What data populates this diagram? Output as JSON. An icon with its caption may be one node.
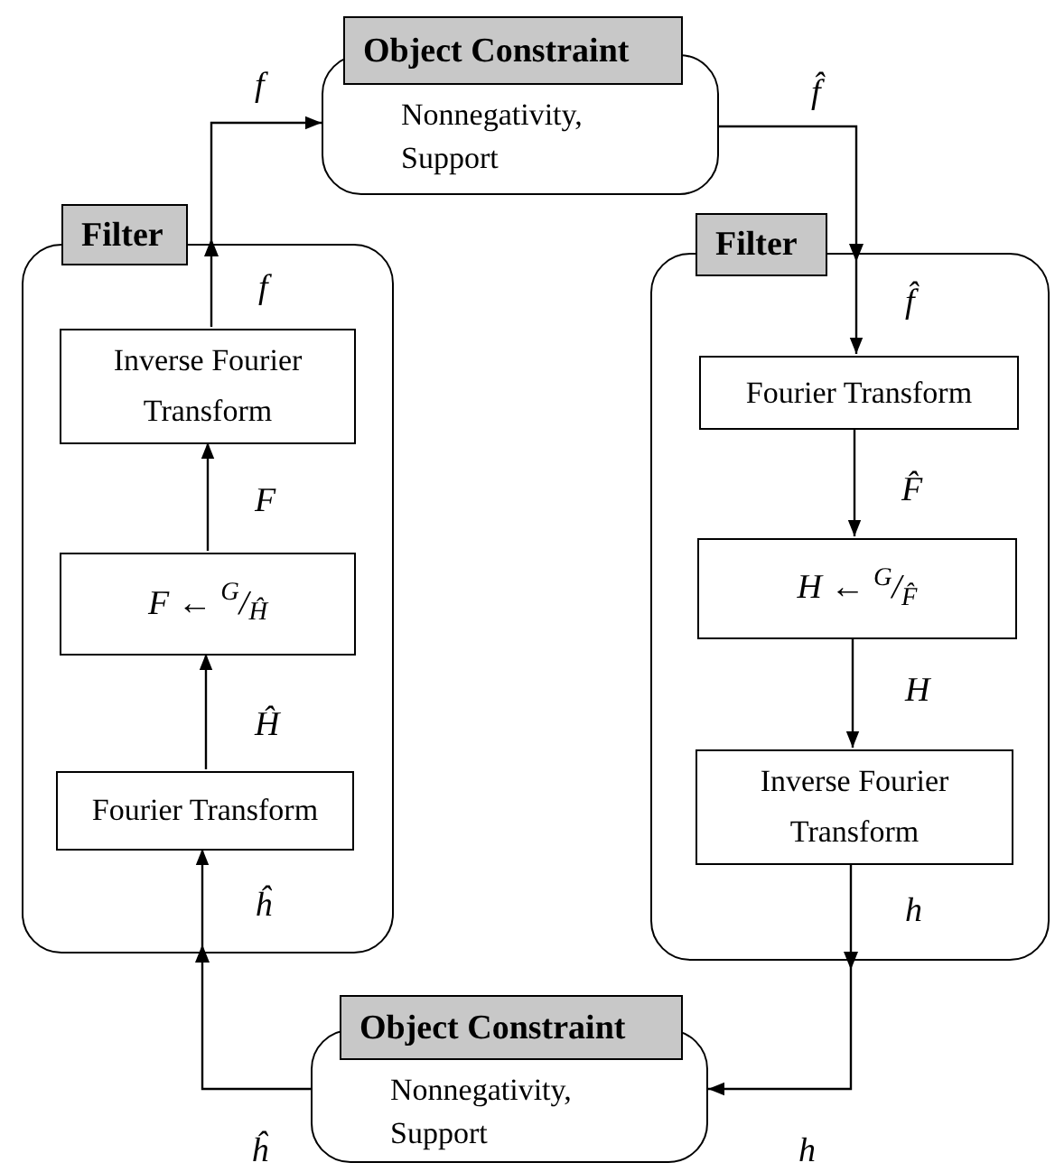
{
  "diagram": {
    "nodes": [
      {
        "text": [
          "Object Constraint",
          "Nonnegativity, Support"
        ]
      },
      {
        "text": [
          "Filter"
        ]
      },
      {
        "text": [
          "Inverse Fourier Transform"
        ],
        "in": 1
      },
      {
        "text": [
          "F ← $^{G}$/$_{Ĥ}$"
        ],
        "in": 1
      },
      {
        "text": [
          "Fourier Transform"
        ],
        "in": 1
      },
      {
        "text": [
          "Filter"
        ]
      },
      {
        "text": [
          "Fourier Transform"
        ],
        "in": 5
      },
      {
        "text": [
          "H ← $^{G}$/$_{F̂}$"
        ],
        "in": 5
      },
      {
        "text": [
          "Inverse Fourier Transform"
        ],
        "in": 5
      },
      {
        "text": [
          "Object Constraint",
          "Nonnegativity, Support"
        ]
      }
    ],
    "edges": [
      {
        "from": 2,
        "to": 0,
        "arrow": "to",
        "label": "f"
      },
      {
        "from": 0,
        "to": 6,
        "arrow": "to",
        "label": "f̂"
      },
      {
        "from": 3,
        "to": 2,
        "arrow": "to",
        "label": "F"
      },
      {
        "from": 4,
        "to": 3,
        "arrow": "to",
        "label": "Ĥ"
      },
      {
        "from": 9,
        "to": 4,
        "arrow": "to",
        "label": "ĥ"
      },
      {
        "from": 6,
        "to": 7,
        "arrow": "to",
        "label": "F̂"
      },
      {
        "from": 7,
        "to": 8,
        "arrow": "to",
        "label": "H"
      },
      {
        "from": 8,
        "to": 9,
        "arrow": "to",
        "label": "h"
      }
    ],
    "labels": [
      "f",
      "f̂",
      "ĥ",
      "h"
    ]
  }
}
